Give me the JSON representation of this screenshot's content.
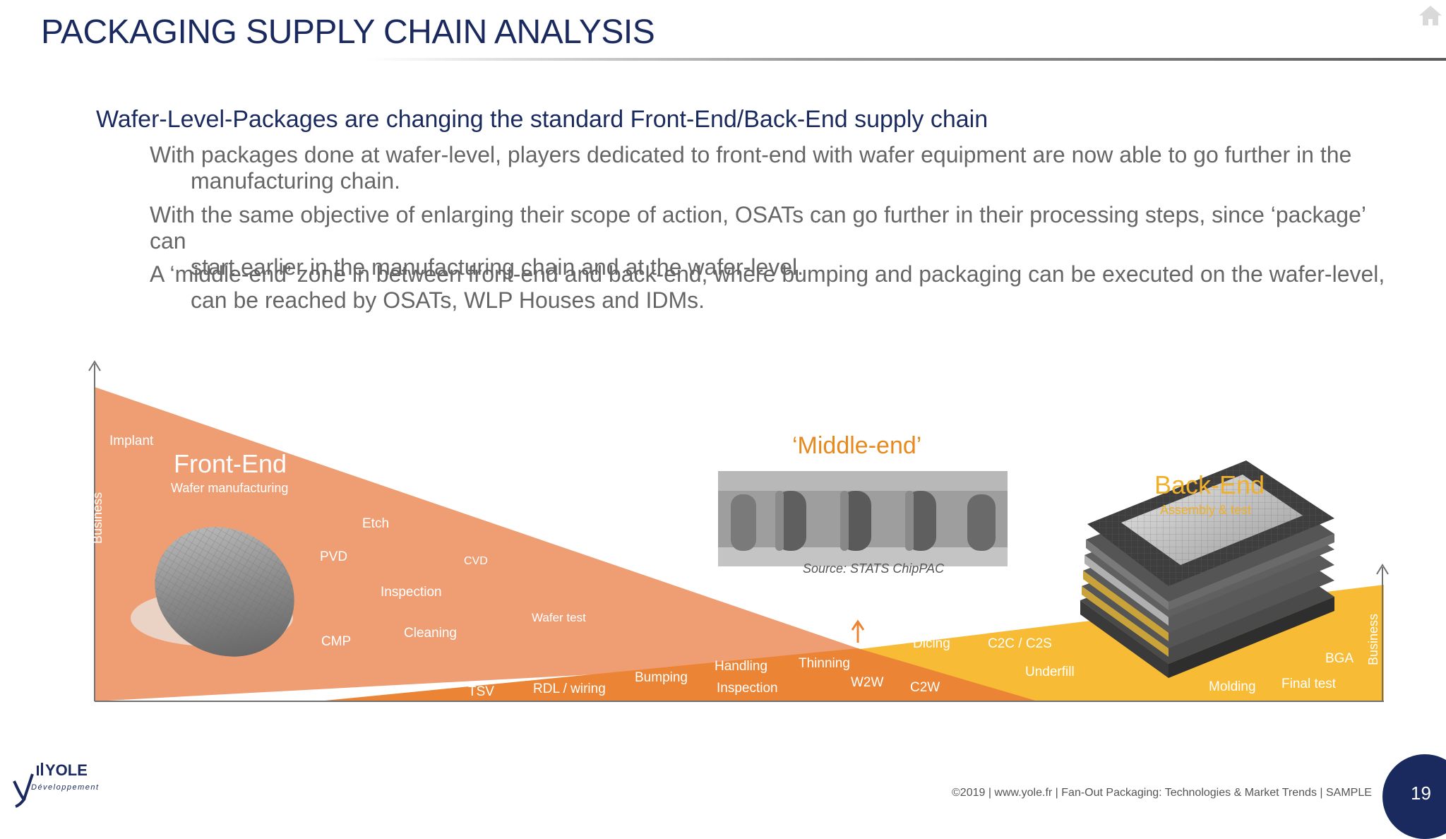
{
  "title": "PACKAGING SUPPLY CHAIN ANALYSIS",
  "subtitle": "Wafer-Level-Packages are changing the standard Front-End/Back-End supply chain",
  "bullets": [
    {
      "line1": "With packages done at wafer-level, players dedicated to front-end with wafer equipment are now able to go further in the",
      "line2": "manufacturing chain."
    },
    {
      "line1": "With the same objective of enlarging their scope of action, OSATs can go further in their processing steps, since ‘package’ can",
      "line2": "start earlier in the manufacturing chain and at the wafer-level."
    },
    {
      "line1": "A ‘middle-end’ zone in between front-end and back-end, where bumping and packaging can be executed on the wafer-level,",
      "line2": "can be reached by OSATs, WLP Houses and IDMs."
    }
  ],
  "diagram": {
    "front_end": {
      "title": "Front-End",
      "subtitle": "Wafer manufacturing"
    },
    "middle_end": {
      "title": "‘Middle-end’",
      "source": "Source: STATS ChipPAC"
    },
    "back_end": {
      "title": "Back-End",
      "subtitle": "Assembly & test"
    },
    "axis_label_left": "Business",
    "axis_label_right": "Business",
    "front_steps": {
      "implant": "Implant",
      "etch": "Etch",
      "pvd": "PVD",
      "cvd": "CVD",
      "inspection": "Inspection",
      "cleaning": "Cleaning",
      "cmp": "CMP",
      "wafer_test": "Wafer test"
    },
    "middle_steps": {
      "tsv": "TSV",
      "rdl": "RDL / wiring",
      "bumping": "Bumping",
      "handling": "Handling",
      "inspection": "Inspection",
      "thinning": "Thinning",
      "w2w": "W2W"
    },
    "back_steps": {
      "dicing": "Dicing",
      "c2c": "C2C / C2S",
      "c2w": "C2W",
      "underfill": "Underfill",
      "molding": "Molding",
      "final_test": "Final test",
      "bga": "BGA"
    },
    "colors": {
      "front": "#ef9e74",
      "middle": "#ec8435",
      "back": "#f7bb35",
      "title_blue": "#1a2a5e"
    }
  },
  "footer": "©2019 | www.yole.fr | Fan-Out Packaging: Technologies & Market Trends | SAMPLE",
  "page_number": "19",
  "logo": {
    "name": "YOLE",
    "tagline": "Développement"
  }
}
